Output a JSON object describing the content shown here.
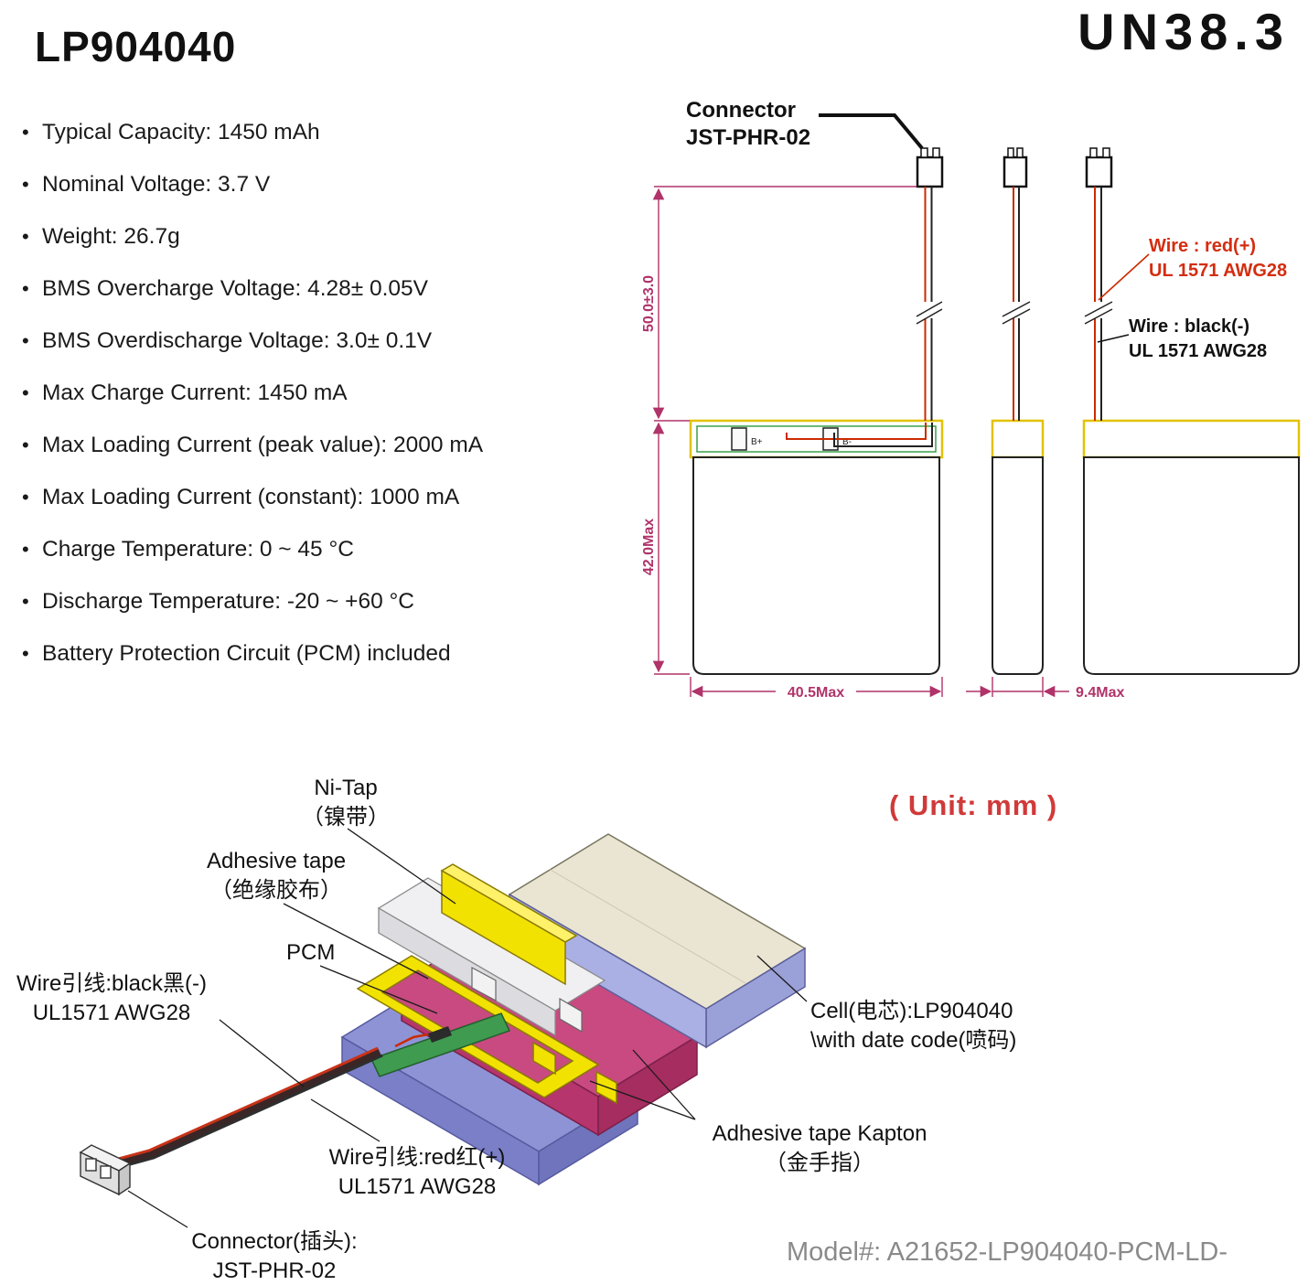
{
  "title": "LP904040",
  "certification": "UN38.3",
  "specs": {
    "items": [
      "Typical Capacity: 1450 mAh",
      "Nominal Voltage: 3.7 V",
      "Weight: 26.7g",
      "BMS Overcharge Voltage: 4.28± 0.05V",
      "BMS Overdischarge Voltage: 3.0± 0.1V",
      "Max Charge Current: 1450 mA",
      "Max Loading Current (peak value): 2000 mA",
      "Max Loading Current (constant): 1000 mA",
      "Charge Temperature: 0 ~ 45 °C",
      "Discharge Temperature: -20 ~ +60 °C",
      "Battery Protection Circuit (PCM) included"
    ]
  },
  "drawing": {
    "connector_label_line1": "Connector",
    "connector_label_line2": "JST-PHR-02",
    "wire_red_line1": "Wire : red(+)",
    "wire_red_line2": "UL 1571 AWG28",
    "wire_black_line1": "Wire : black(-)",
    "wire_black_line2": "UL 1571 AWG28",
    "dim_wire_length": "50.0±3.0",
    "dim_height": "42.0Max",
    "dim_width": "40.5Max",
    "dim_thickness": "9.4Max",
    "pad_plus": "B+",
    "pad_minus": "B-"
  },
  "exploded": {
    "ni_tap_line1": "Ni-Tap",
    "ni_tap_line2": "（镍带）",
    "adhesive_line1": "Adhesive tape",
    "adhesive_line2": "（绝缘胶布）",
    "pcm": "PCM",
    "wire_black_line1": "Wire引线:black黑(-)",
    "wire_black_line2": "UL1571 AWG28",
    "wire_red_line1": "Wire引线:red红(+)",
    "wire_red_line2": "UL1571 AWG28",
    "connector_line1": "Connector(插头):",
    "connector_line2": "JST-PHR-02",
    "cell_line1": "Cell(电芯):LP904040",
    "cell_line2": "\\with date code(喷码)",
    "kapton_line1": "Adhesive tape Kapton",
    "kapton_line2": "（金手指）",
    "unit": "( Unit: mm )",
    "model": "Model#: A21652-LP904040-PCM-LD-"
  },
  "colors": {
    "dimension": "#b0336a",
    "wire_red": "#cc2a00",
    "tape_yellow": "#f2e202",
    "pcm_green": "#3f9b4f",
    "cell_side_blue": "#9aa0d8",
    "pouch_crimson": "#c84a80"
  }
}
